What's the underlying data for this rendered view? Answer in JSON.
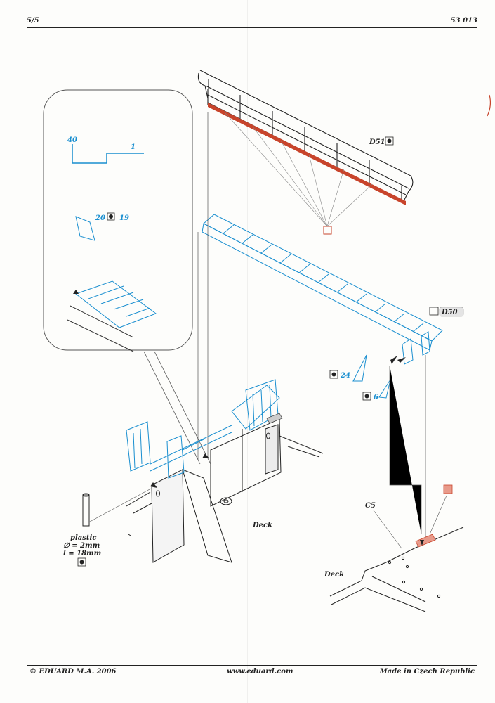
{
  "header": {
    "page": "5/5",
    "code": "53 013"
  },
  "footer": {
    "copyright": "© EDUARD  M.A. 2006",
    "website": "www.eduard.com",
    "origin": "Made in Czech Republic"
  },
  "labels": {
    "d51": "D51",
    "d50": "D50",
    "part_40": "40",
    "part_1": "1",
    "part_20": "20",
    "part_19": "19",
    "part_24": "24",
    "part_6": "6",
    "c5": "C5",
    "deck_main": "Deck",
    "deck_detail": "Deck",
    "plastic": "plastic",
    "diameter": "∅ = 2mm",
    "length": "l = 18mm"
  },
  "colors": {
    "photoetch": "#1a8fd0",
    "paint_red": "#c8442b",
    "ink": "#222222"
  }
}
